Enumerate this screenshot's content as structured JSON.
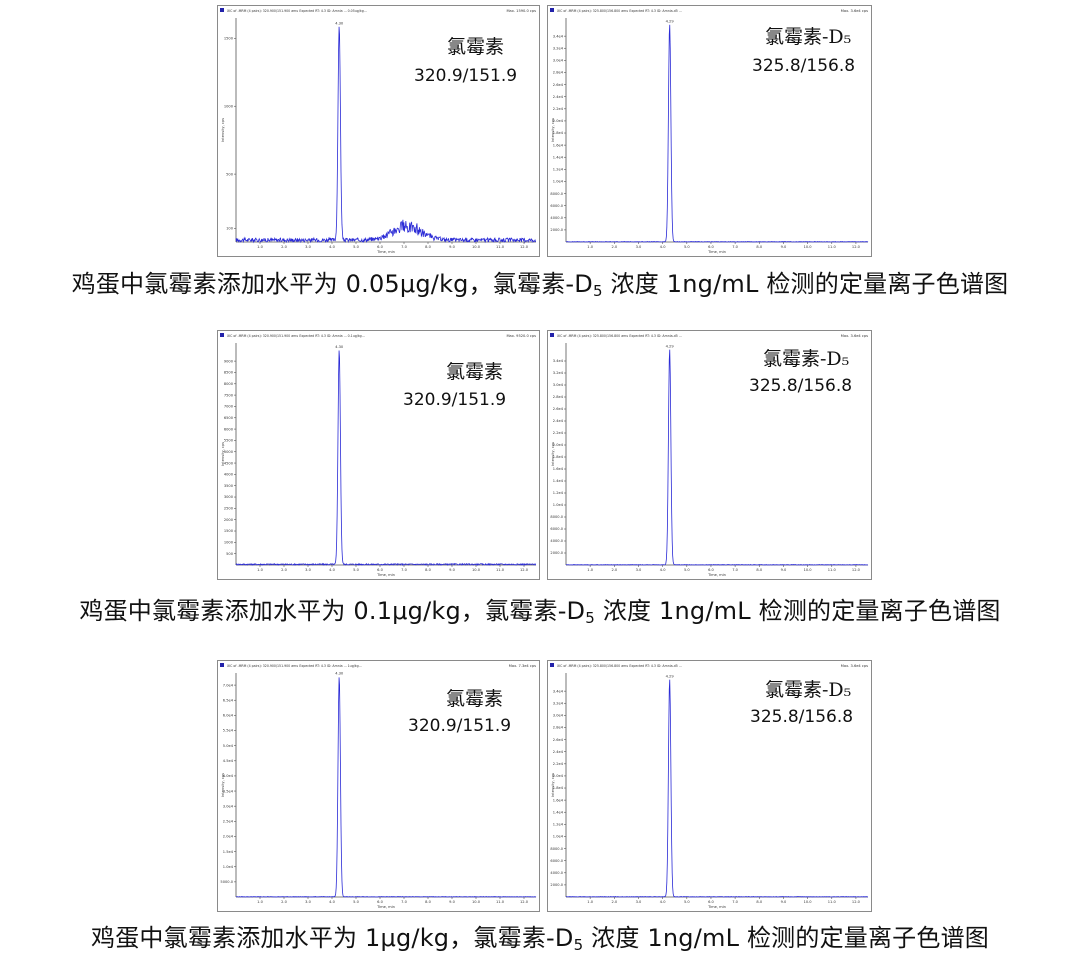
{
  "colors": {
    "trace": "#2b2bd6",
    "axis": "#555555",
    "frame": "#8a8a8a"
  },
  "rows": [
    {
      "caption": {
        "pre": "鸡蛋中氯霉素添加水平为 0.05μg/kg，氯霉素-D",
        "sub": "5",
        "post": " 浓度 1ng/mL 检测的定量离子色谱图"
      },
      "charts": [
        {
          "compound": "氯霉素",
          "transition": "320.9/151.9",
          "header": "XIC of -MRM (4 pairs): 320.900/151.900 amu Expected RT: 4.3 ID: Amnia ... 0.05ug/kg...",
          "max_label": "Max. 1590.0 cps",
          "ylabel": "Intensity, cps",
          "xlabel": "Time, min",
          "peak_label": "4.30",
          "chart_data": {
            "type": "line",
            "xlim": [
              0,
              12.5
            ],
            "ylim": [
              0,
              1650
            ],
            "xticks": [
              "1.0",
              "2.0",
              "3.0",
              "4.0",
              "5.0",
              "6.0",
              "7.0",
              "8.0",
              "9.0",
              "10.0",
              "11.0",
              "12.0"
            ],
            "yticks": [
              "100",
              "500",
              "1000",
              "1500"
            ],
            "peak_x": 4.3,
            "peak_y": 1590,
            "peak_width": 0.05,
            "noise": 0.018,
            "bump": {
              "x": 7.1,
              "y": 0.06,
              "w": 0.6
            }
          }
        },
        {
          "compound": "氯霉素-D₅",
          "transition": "325.8/156.8",
          "header": "XIC of -MRM (4 pairs): 325.800/156.800 amu Expected RT: 4.3 ID: Amnia-d5 ...",
          "max_label": "Max. 3.6e4 cps",
          "ylabel": "Intensity, cps",
          "xlabel": "Time, min",
          "peak_label": "4.29",
          "chart_data": {
            "type": "line",
            "xlim": [
              0,
              12.5
            ],
            "ylim": [
              0,
              37000
            ],
            "xticks": [
              "1.0",
              "2.0",
              "3.0",
              "4.0",
              "5.0",
              "6.0",
              "7.0",
              "8.0",
              "9.0",
              "10.0",
              "11.0",
              "12.0"
            ],
            "yticks": [
              "2000.0",
              "4000.0",
              "6000.0",
              "8000.0",
              "1.0e4",
              "1.2e4",
              "1.4e4",
              "1.6e4",
              "1.8e4",
              "2.0e4",
              "2.2e4",
              "2.4e4",
              "2.6e4",
              "2.8e4",
              "3.0e4",
              "3.2e4",
              "3.4e4"
            ],
            "peak_x": 4.29,
            "peak_y": 36000,
            "peak_width": 0.05,
            "noise": 0.002,
            "bump": null
          }
        }
      ]
    },
    {
      "caption": {
        "pre": "鸡蛋中氯霉素添加水平为 0.1μg/kg，氯霉素-D",
        "sub": "5",
        "post": " 浓度 1ng/mL 检测的定量离子色谱图"
      },
      "charts": [
        {
          "compound": "氯霉素",
          "transition": "320.9/151.9",
          "header": "XIC of -MRM (4 pairs): 320.900/151.900 amu Expected RT: 4.3 ID: Amnia ... 0.1ug/kg...",
          "max_label": "Max. 9520.0 cps",
          "ylabel": "Intensity, cps",
          "xlabel": "Time, min",
          "peak_label": "4.30",
          "chart_data": {
            "type": "line",
            "xlim": [
              0,
              12.5
            ],
            "ylim": [
              0,
              9800
            ],
            "xticks": [
              "1.0",
              "2.0",
              "3.0",
              "4.0",
              "5.0",
              "6.0",
              "7.0",
              "8.0",
              "9.0",
              "10.0",
              "11.0",
              "12.0"
            ],
            "yticks": [
              "500",
              "1000",
              "1500",
              "2000",
              "2500",
              "3000",
              "3500",
              "4000",
              "4500",
              "5000",
              "5500",
              "6000",
              "6500",
              "7000",
              "7500",
              "8000",
              "8500",
              "9000"
            ],
            "peak_x": 4.3,
            "peak_y": 9520,
            "peak_width": 0.05,
            "noise": 0.006,
            "bump": null
          }
        },
        {
          "compound": "氯霉素-D₅",
          "transition": "325.8/156.8",
          "header": "XIC of -MRM (4 pairs): 325.800/156.800 amu Expected RT: 4.3 ID: Amnia-d5 ...",
          "max_label": "Max. 3.6e4 cps",
          "ylabel": "Intensity, cps",
          "xlabel": "Time, min",
          "peak_label": "4.29",
          "chart_data": {
            "type": "line",
            "xlim": [
              0,
              12.5
            ],
            "ylim": [
              0,
              37000
            ],
            "xticks": [
              "1.0",
              "2.0",
              "3.0",
              "4.0",
              "5.0",
              "6.0",
              "7.0",
              "8.0",
              "9.0",
              "10.0",
              "11.0",
              "12.0"
            ],
            "yticks": [
              "2000.0",
              "4000.0",
              "6000.0",
              "8000.0",
              "1.0e4",
              "1.2e4",
              "1.4e4",
              "1.6e4",
              "1.8e4",
              "2.0e4",
              "2.2e4",
              "2.4e4",
              "2.6e4",
              "2.8e4",
              "3.0e4",
              "3.2e4",
              "3.4e4"
            ],
            "peak_x": 4.29,
            "peak_y": 36000,
            "peak_width": 0.05,
            "noise": 0.002,
            "bump": null
          }
        }
      ]
    },
    {
      "caption": {
        "pre": "鸡蛋中氯霉素添加水平为 1μg/kg，氯霉素-D",
        "sub": "5",
        "post": " 浓度 1ng/mL 检测的定量离子色谱图"
      },
      "charts": [
        {
          "compound": "氯霉素",
          "transition": "320.9/151.9",
          "header": "XIC of -MRM (4 pairs): 320.900/151.900 amu Expected RT: 4.3 ID: Amnia ... 1ug/kg...",
          "max_label": "Max. 7.3e4 cps",
          "ylabel": "Intensity, cps",
          "xlabel": "Time, min",
          "peak_label": "4.30",
          "chart_data": {
            "type": "line",
            "xlim": [
              0,
              12.5
            ],
            "ylim": [
              0,
              74000
            ],
            "xticks": [
              "1.0",
              "2.0",
              "3.0",
              "4.0",
              "5.0",
              "6.0",
              "7.0",
              "8.0",
              "9.0",
              "10.0",
              "11.0",
              "12.0"
            ],
            "yticks": [
              "5000.0",
              "1.0e4",
              "1.5e4",
              "2.0e4",
              "2.5e4",
              "3.0e4",
              "3.5e4",
              "4.0e4",
              "4.5e4",
              "5.0e4",
              "5.5e4",
              "6.0e4",
              "6.5e4",
              "7.0e4"
            ],
            "peak_x": 4.3,
            "peak_y": 73000,
            "peak_width": 0.05,
            "noise": 0.002,
            "bump": null
          }
        },
        {
          "compound": "氯霉素-D₅",
          "transition": "325.8/156.8",
          "header": "XIC of -MRM (4 pairs): 325.800/156.800 amu Expected RT: 4.3 ID: Amnia-d5 ...",
          "max_label": "Max. 3.6e4 cps",
          "ylabel": "Intensity, cps",
          "xlabel": "Time, min",
          "peak_label": "4.29",
          "chart_data": {
            "type": "line",
            "xlim": [
              0,
              12.5
            ],
            "ylim": [
              0,
              37000
            ],
            "xticks": [
              "1.0",
              "2.0",
              "3.0",
              "4.0",
              "5.0",
              "6.0",
              "7.0",
              "8.0",
              "9.0",
              "10.0",
              "11.0",
              "12.0"
            ],
            "yticks": [
              "2000.0",
              "4000.0",
              "6000.0",
              "8000.0",
              "1.0e4",
              "1.2e4",
              "1.4e4",
              "1.6e4",
              "1.8e4",
              "2.0e4",
              "2.2e4",
              "2.4e4",
              "2.6e4",
              "2.8e4",
              "3.0e4",
              "3.2e4",
              "3.4e4"
            ],
            "peak_x": 4.29,
            "peak_y": 36000,
            "peak_width": 0.05,
            "noise": 0.002,
            "bump": null
          }
        }
      ]
    }
  ]
}
